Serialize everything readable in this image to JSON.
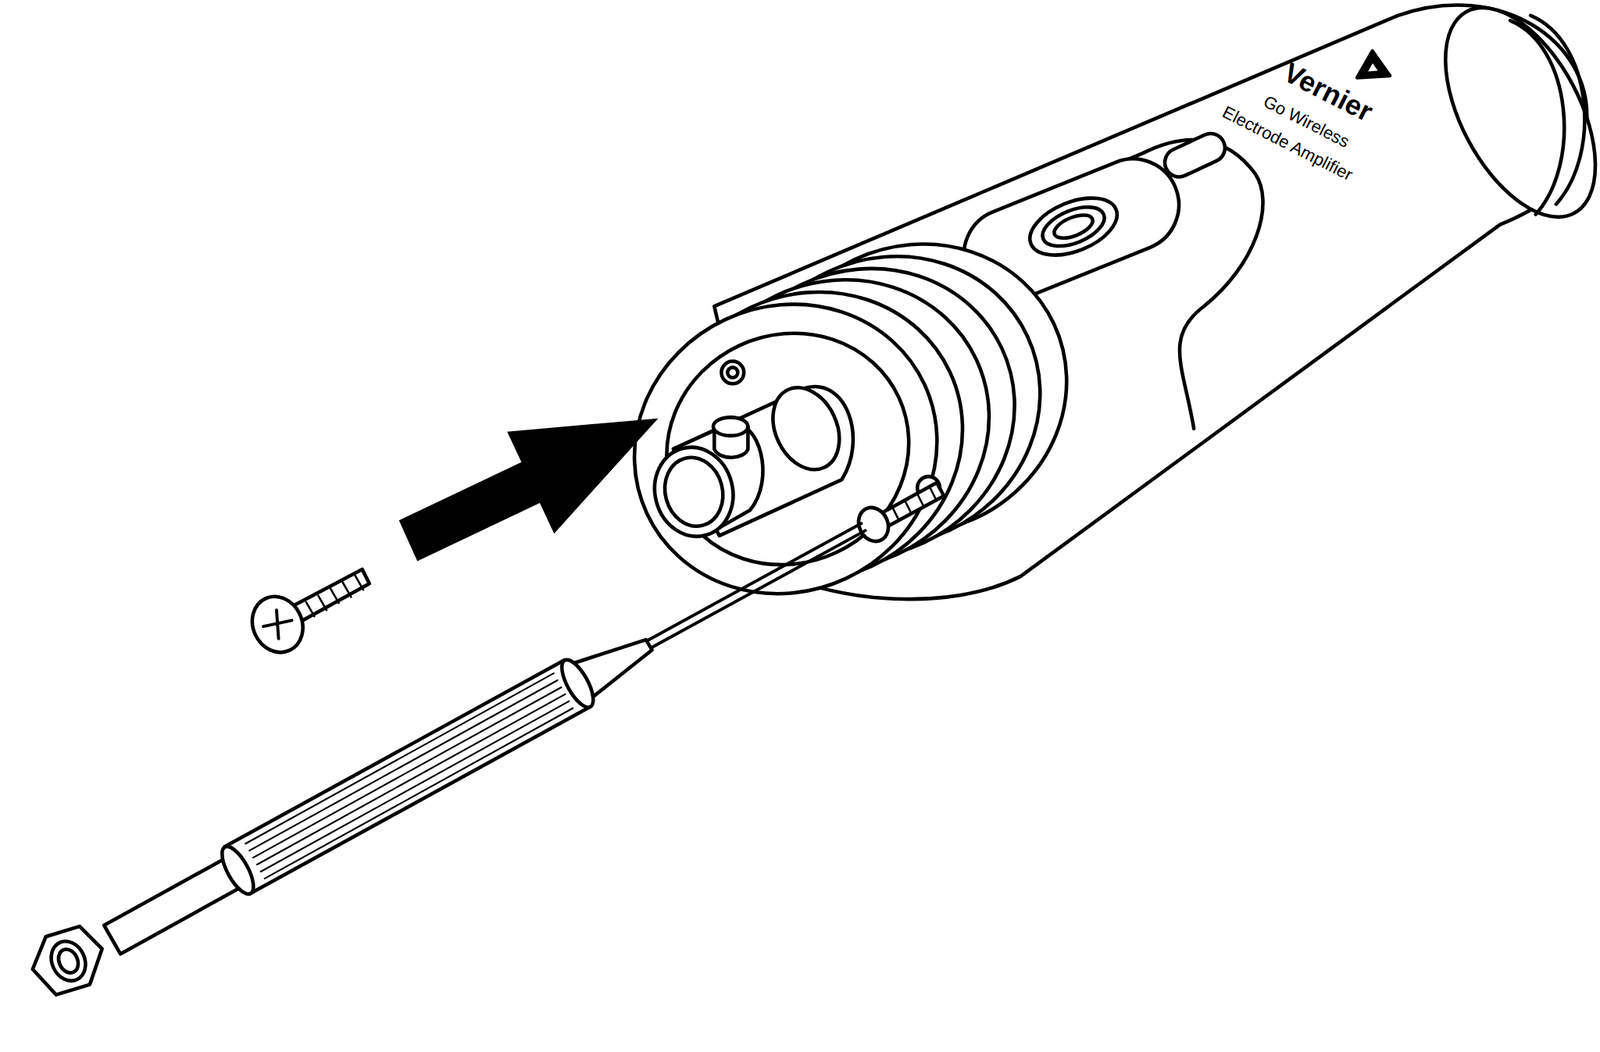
{
  "diagram": {
    "labels": [
      "Vernier",
      "Go Wireless",
      "Electrode Amplifier"
    ]
  }
}
